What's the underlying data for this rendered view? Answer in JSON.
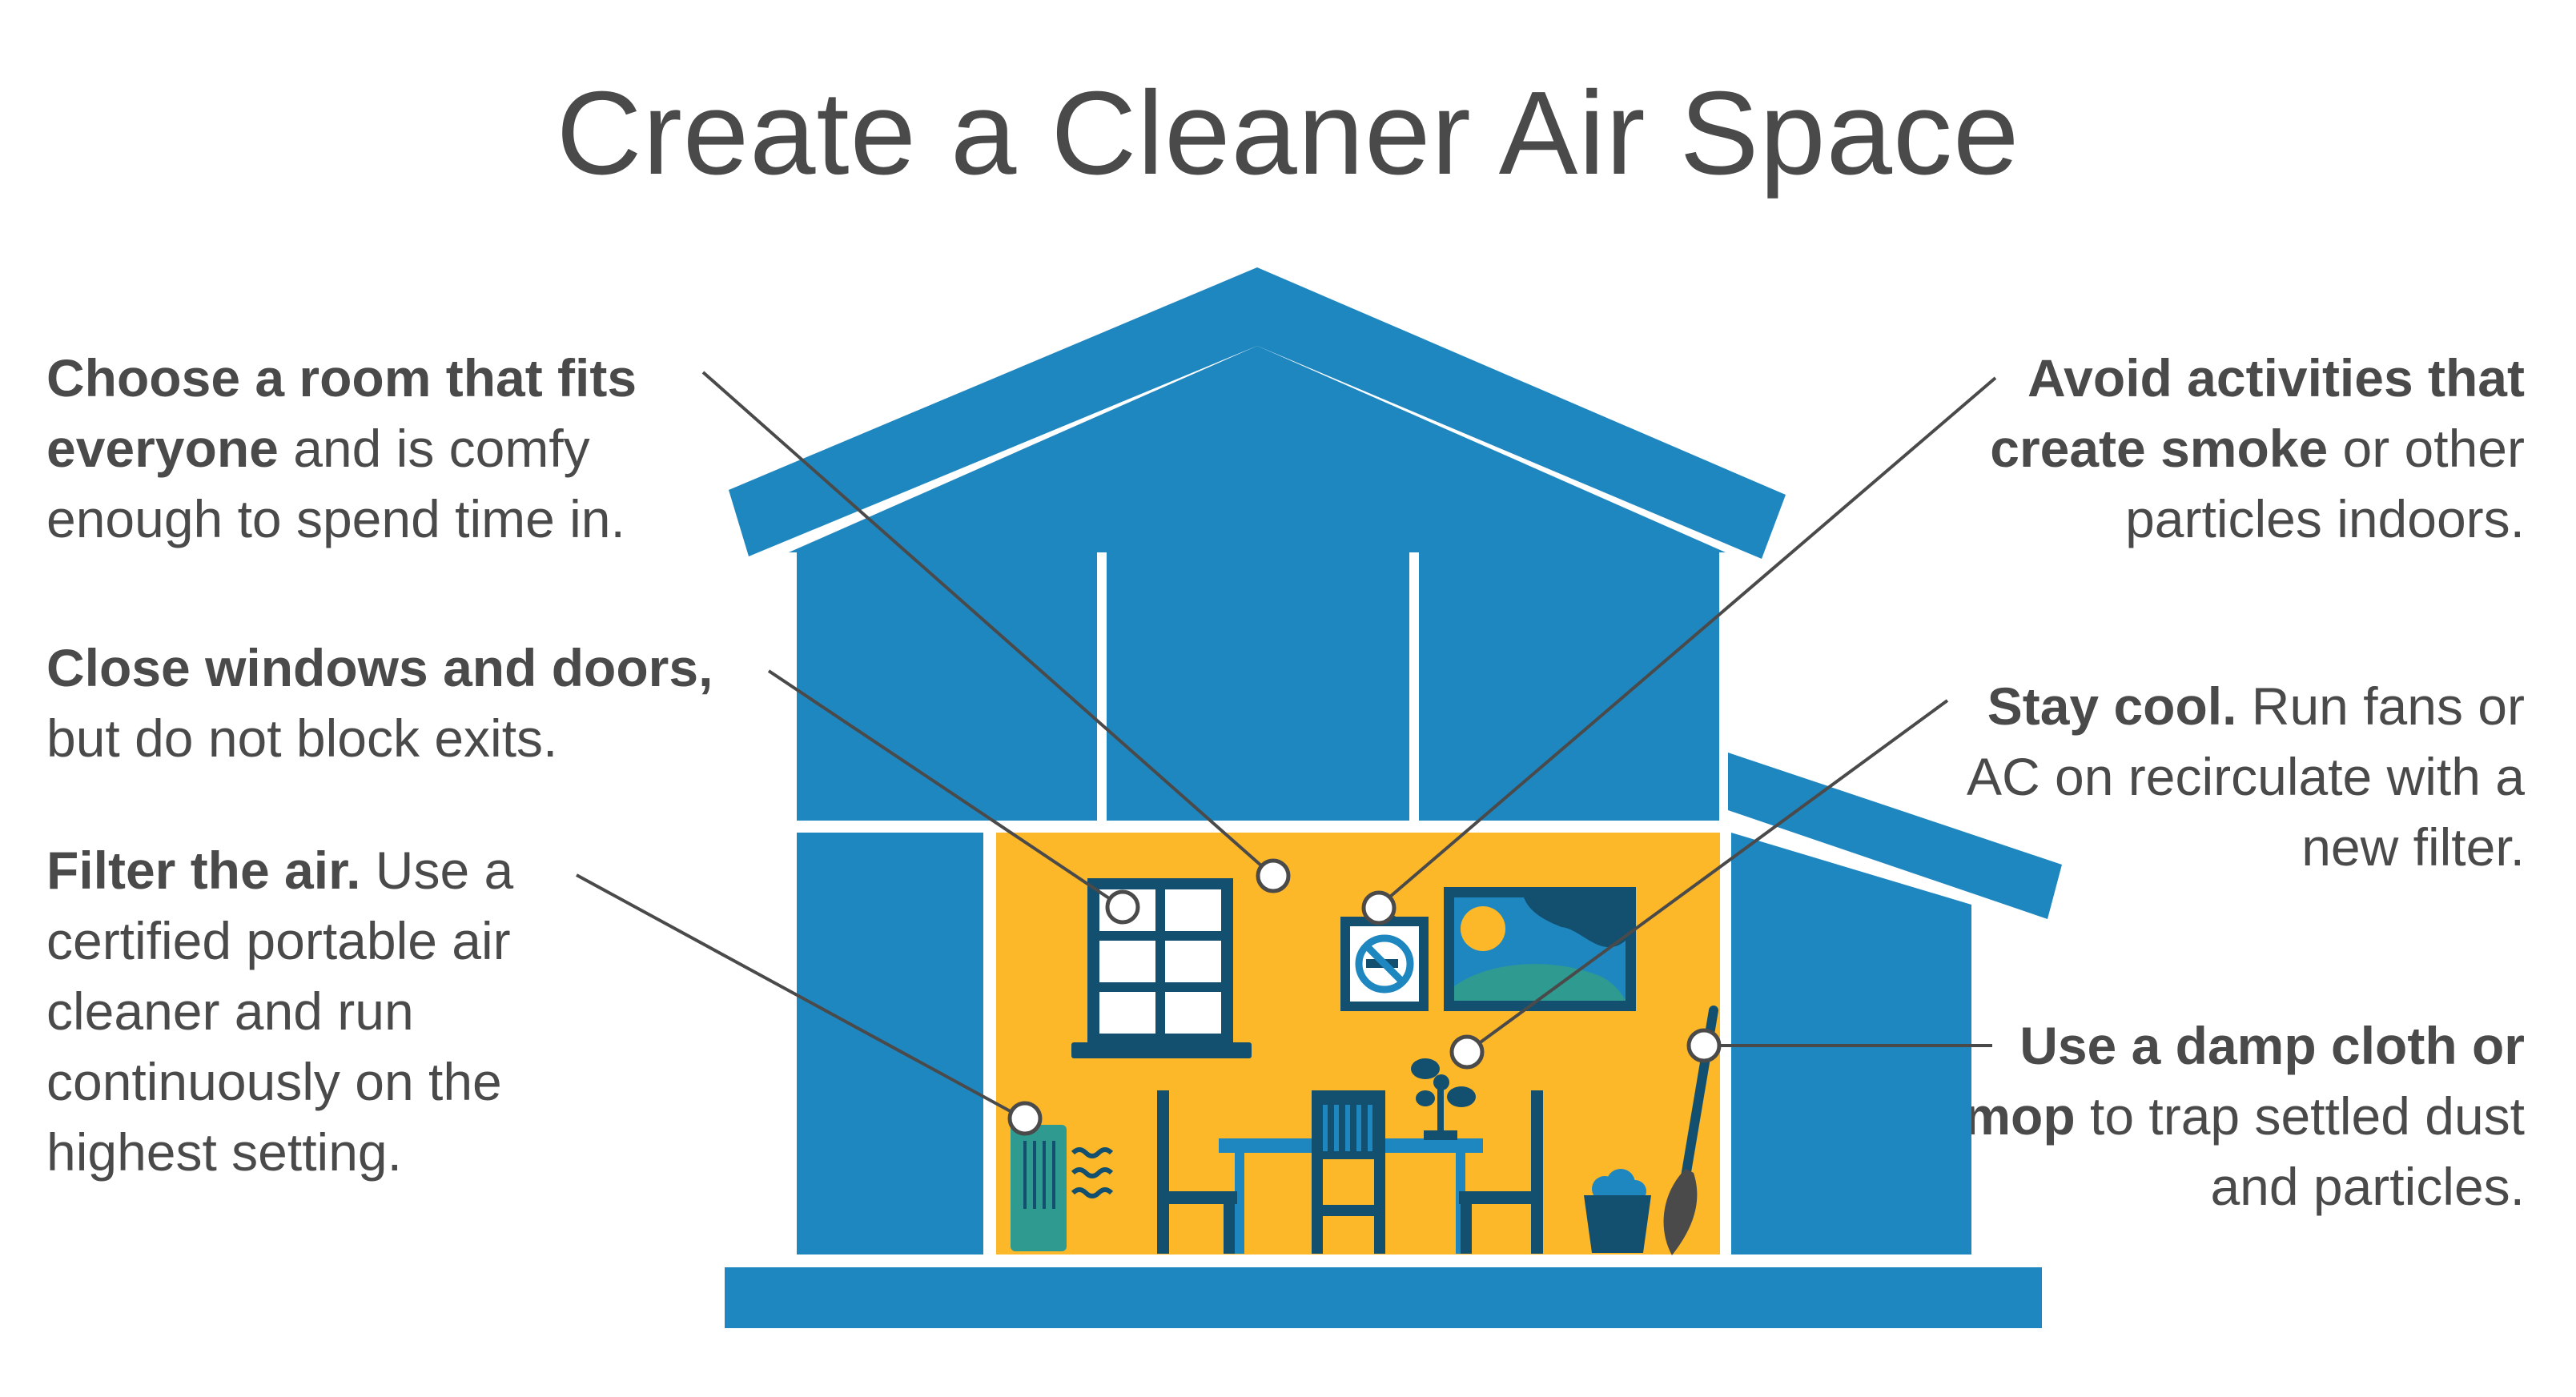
{
  "title": "Create a Cleaner Air Space",
  "colors": {
    "house_blue": "#1f87c0",
    "room_yellow": "#fdb82a",
    "furniture_teal": "#13506f",
    "purifier_green": "#2f9a8f",
    "text_gray": "#4a4a4a"
  },
  "tips": {
    "room": {
      "bold": "Choose a room that fits everyone",
      "rest": " and is comfy enough to spend time in."
    },
    "windows": {
      "bold": "Close windows and doors,",
      "rest": " but do not block exits."
    },
    "filter": {
      "bold": "Filter the air.",
      "rest": " Use a certified portable air cleaner and run continuously on the highest setting."
    },
    "smoke": {
      "bold": "Avoid activities that create smoke",
      "rest": " or other particles indoors."
    },
    "cool": {
      "bold": "Stay cool.",
      "rest": " Run fans or AC on recirculate with a new filter."
    },
    "clean": {
      "bold": "Use a damp cloth or mop",
      "rest": " to trap settled dust and particles."
    }
  },
  "icons": [
    "house-illustration",
    "window-icon",
    "no-smoking-sign-icon",
    "wall-painting-icon",
    "air-purifier-icon",
    "dining-table-icon",
    "chair-icon",
    "fan-icon",
    "bucket-icon",
    "mop-icon"
  ]
}
